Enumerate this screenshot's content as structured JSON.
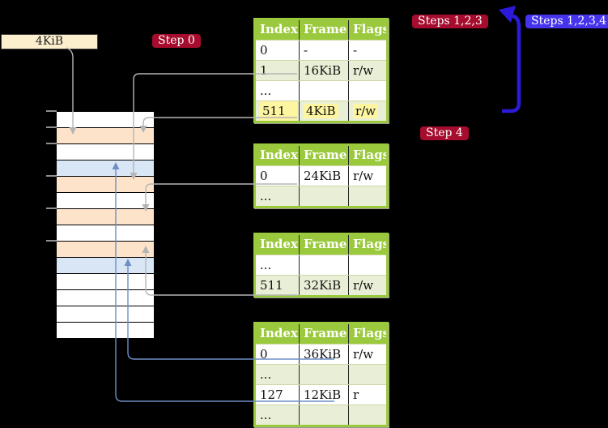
{
  "colors": {
    "background": "#000000",
    "badge_red": "#a60c2e",
    "badge_blue": "#4533ee",
    "loop_arrow_blue": "#2b1bd8",
    "connector_gray": "#b5b5b5",
    "connector_blue": "#6e8ec5",
    "table_header_green": "#9bc93d",
    "table_row_green": "#e9efd6",
    "highlight_yellow": "#fdf5a0",
    "strip_peach": "#fde3c9",
    "strip_blue": "#d9e6f5",
    "label_beige": "#fcefcd"
  },
  "page_size_label": {
    "text": "4KiB"
  },
  "badges": {
    "step0": "Step 0",
    "steps123": "Steps 1,2,3",
    "steps1234": "Steps 1,2,3,4",
    "step4": "Step 4"
  },
  "tables": [
    {
      "headers": [
        "Index",
        "Frame",
        "Flags"
      ],
      "rows": [
        {
          "cells": [
            "0",
            "-",
            "-"
          ],
          "shaded": false,
          "highlight": false
        },
        {
          "cells": [
            "1",
            "16KiB",
            "r/w"
          ],
          "shaded": true,
          "highlight": false
        },
        {
          "cells": [
            "...",
            "",
            ""
          ],
          "shaded": false,
          "highlight": false
        },
        {
          "cells": [
            "511",
            "4KiB",
            "r/w"
          ],
          "shaded": true,
          "highlight": true
        }
      ]
    },
    {
      "headers": [
        "Index",
        "Frame",
        "Flags"
      ],
      "rows": [
        {
          "cells": [
            "0",
            "24KiB",
            "r/w"
          ],
          "shaded": false,
          "highlight": false
        },
        {
          "cells": [
            "...",
            "",
            ""
          ],
          "shaded": true,
          "highlight": false
        }
      ]
    },
    {
      "headers": [
        "Index",
        "Frame",
        "Flags"
      ],
      "rows": [
        {
          "cells": [
            "...",
            "",
            ""
          ],
          "shaded": false,
          "highlight": false
        },
        {
          "cells": [
            "511",
            "32KiB",
            "r/w"
          ],
          "shaded": true,
          "highlight": false
        }
      ]
    },
    {
      "headers": [
        "Index",
        "Frame",
        "Flags"
      ],
      "rows": [
        {
          "cells": [
            "0",
            "36KiB",
            "r/w"
          ],
          "shaded": false,
          "highlight": false
        },
        {
          "cells": [
            "...",
            "",
            ""
          ],
          "shaded": true,
          "highlight": false
        },
        {
          "cells": [
            "127",
            "12KiB",
            "r"
          ],
          "shaded": false,
          "highlight": false
        },
        {
          "cells": [
            "...",
            "",
            ""
          ],
          "shaded": true,
          "highlight": false
        }
      ]
    }
  ],
  "memory_strip": {
    "rows": [
      "white",
      "peach",
      "white",
      "blue",
      "peach",
      "white",
      "peach",
      "white",
      "peach",
      "blue",
      "white",
      "white",
      "white",
      "white"
    ],
    "tick_boundaries": [
      0,
      1,
      2,
      4,
      6,
      8
    ]
  }
}
